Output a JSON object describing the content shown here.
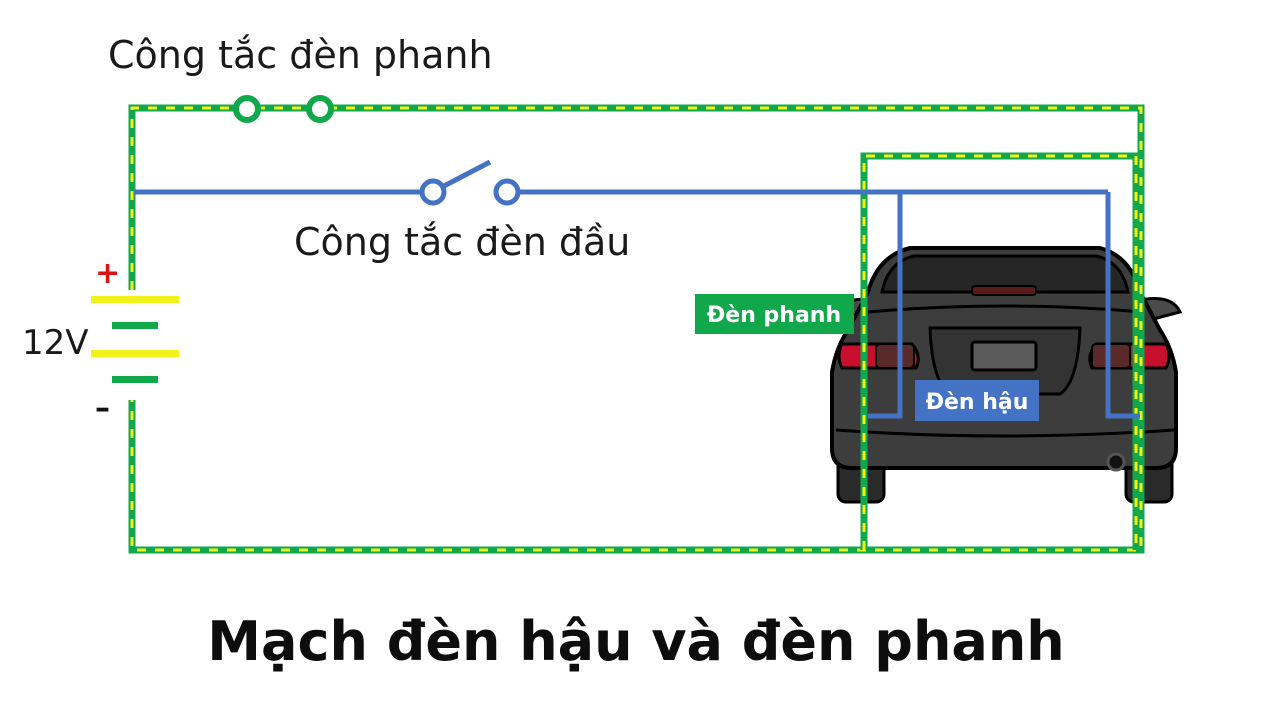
{
  "labels": {
    "brake_switch": "Công tắc đèn phanh",
    "head_switch": "Công tắc đèn đầu",
    "voltage": "12V",
    "plus": "+",
    "minus": "–",
    "brake_light": "Đèn phanh",
    "tail_light": "Đèn hậu",
    "title": "Mạch đèn hậu và đèn phanh"
  },
  "colors": {
    "brake_wire_green": "#11a84c",
    "brake_wire_yellow": "#f2f21a",
    "tail_wire_blue": "#4472c4",
    "plus_red": "#e01010",
    "battery_long": "#f2f21a",
    "battery_short": "#11a84c",
    "car_body": "#3b3b3b",
    "tail_lamp_red": "#c8102e"
  }
}
